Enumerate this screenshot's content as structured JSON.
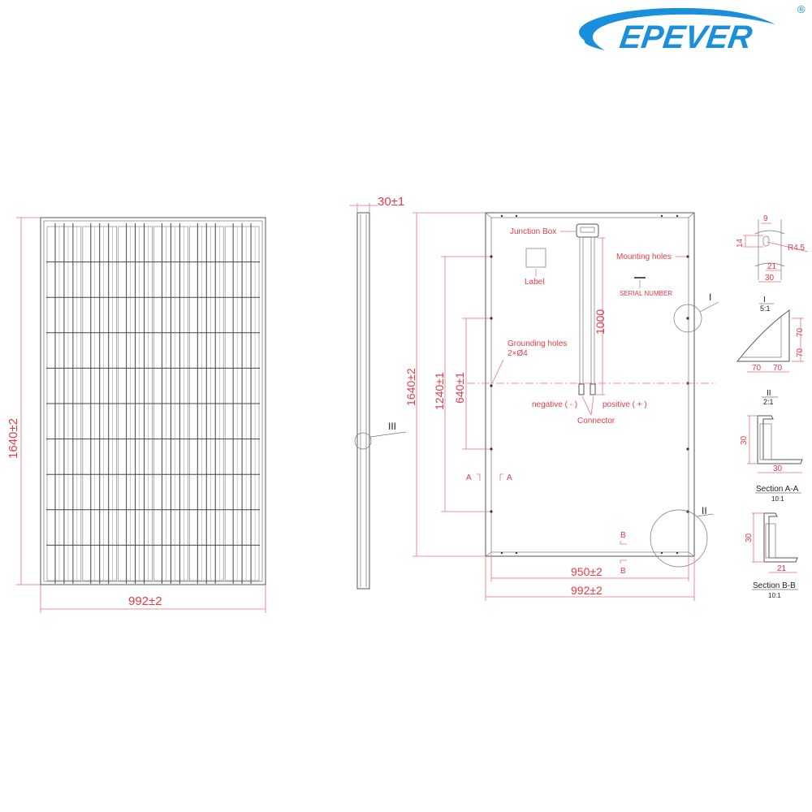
{
  "logo": {
    "text": "EPEVER",
    "registered": "®",
    "color": "#1a8fdc"
  },
  "front_view": {
    "height_dim": "1640±2",
    "width_dim": "992±2",
    "cell_columns": 6,
    "cell_rows": 10
  },
  "side_view": {
    "thickness_dim": "30±1",
    "detail_callout": "III"
  },
  "back_view": {
    "junction_box": "Junction Box",
    "label": "Label",
    "mounting_holes": "Mounting holes",
    "serial_number": "SERIAL NUMBER",
    "grounding_holes": "Grounding holes",
    "grounding_spec": "2×Ø4",
    "negative": "negative ( - )",
    "positive": "positive ( + )",
    "connector": "Connector",
    "height_dim": "1640±2",
    "mount_spacing_dim": "1240±1",
    "inner_spacing_dim": "640±1",
    "cable_dim": "1000",
    "inner_width_dim": "950±2",
    "outer_width_dim": "992±2",
    "callout_1": "I",
    "callout_2": "II",
    "section_a": "A",
    "section_b": "B"
  },
  "details": {
    "hole": {
      "d1": "9",
      "d2": "14",
      "radius": "R4.5",
      "d3": "21",
      "d4": "30"
    },
    "detail_1": {
      "title": "I",
      "scale": "5:1",
      "d1": "70",
      "d2": "70",
      "d3": "70",
      "d4": "70"
    },
    "detail_2": {
      "title": "II",
      "scale": "2:1"
    },
    "section_aa": {
      "title": "Section A-A",
      "scale": "10:1",
      "height": "30",
      "width": "30"
    },
    "section_bb": {
      "title": "Section B-B",
      "scale": "10:1",
      "height": "30",
      "width": "21"
    }
  },
  "colors": {
    "dimension": "#e23a48",
    "outline": "#555555"
  }
}
